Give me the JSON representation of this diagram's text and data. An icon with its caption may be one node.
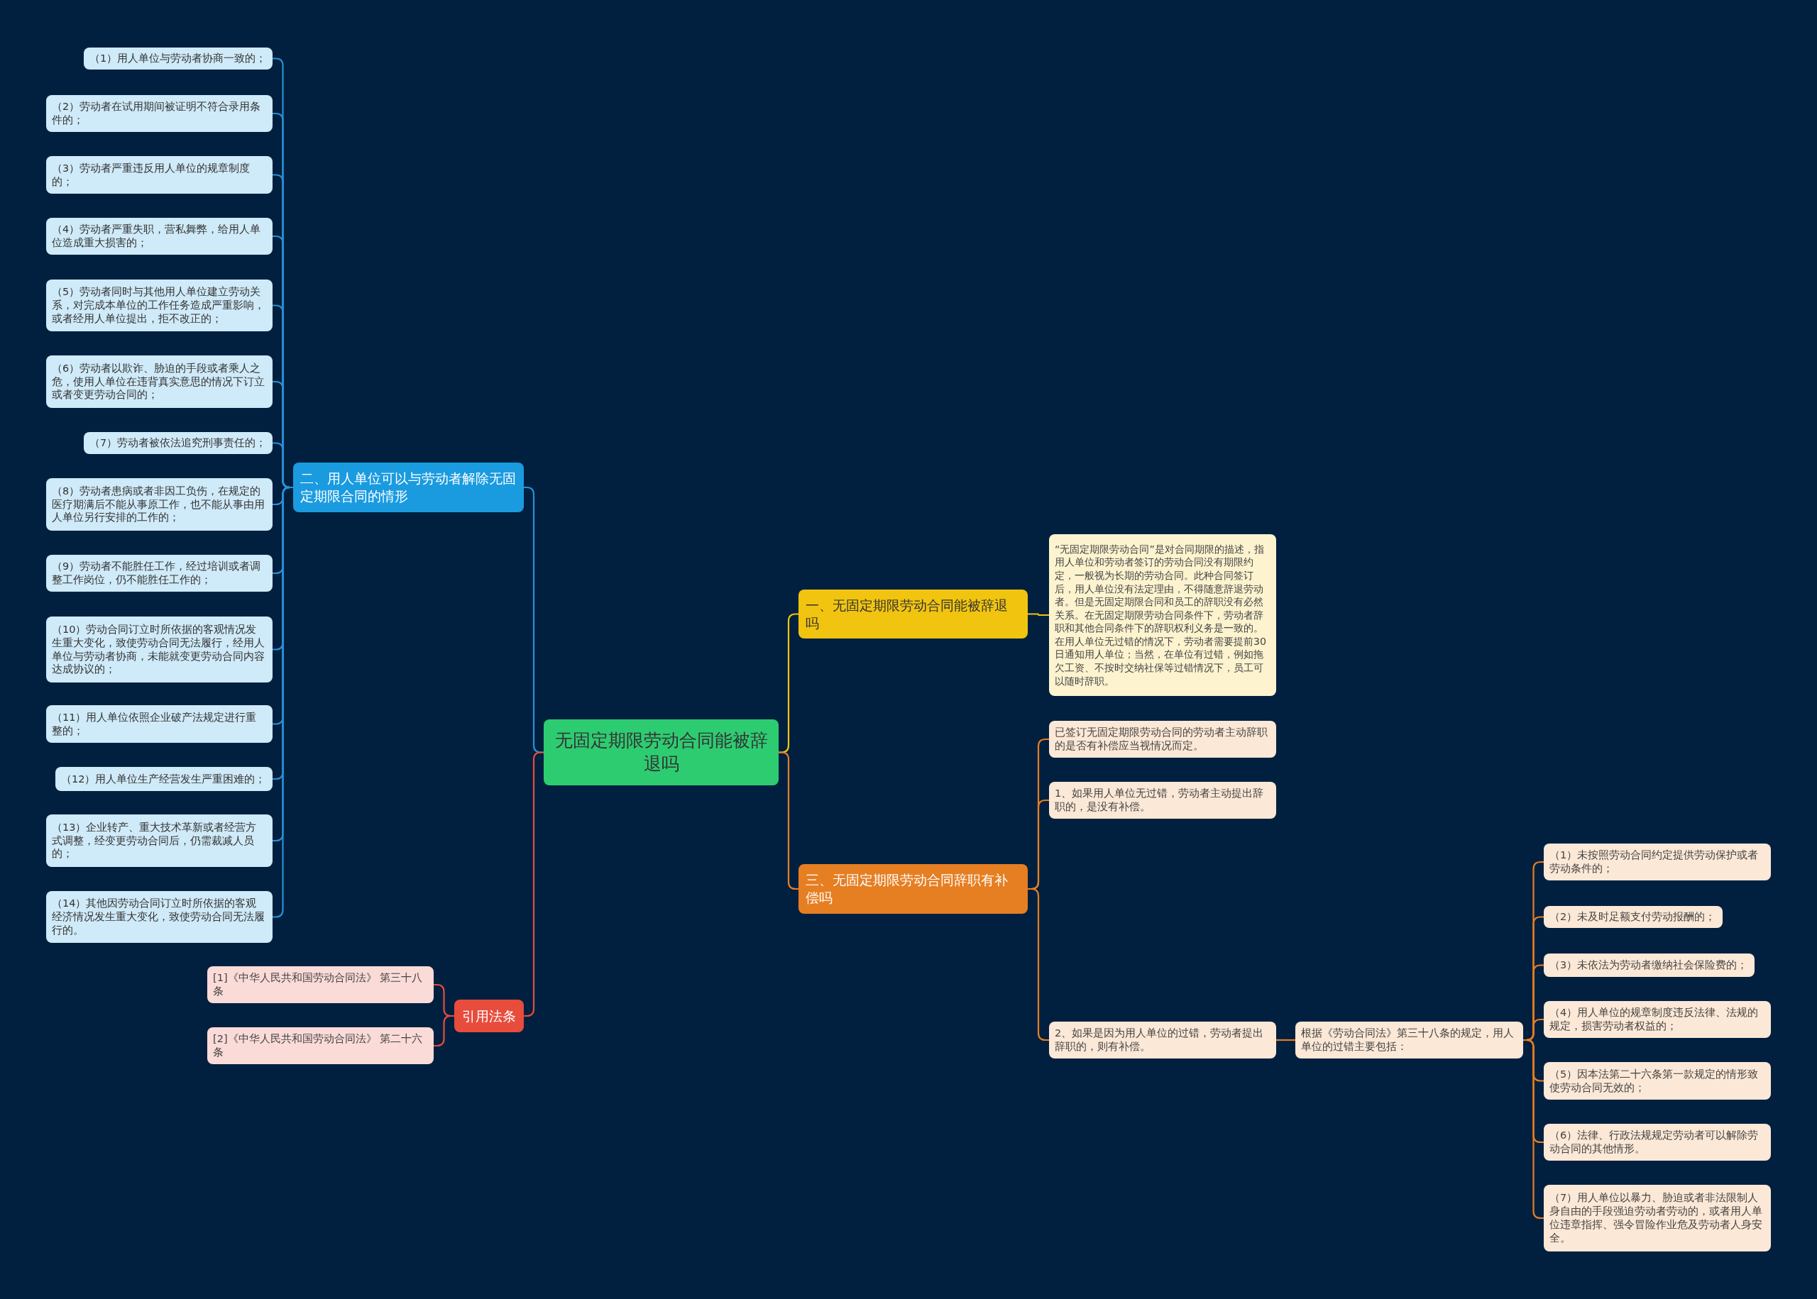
{
  "diagram": {
    "nodes": [
      {
        "text": [
          "无固定期限劳动合同能被辞退吗"
        ]
      },
      {
        "text": [
          "一、无固定期限劳动合同能被辞退吗"
        ]
      },
      {
        "text": [
          "“无固定期限劳动合同”是对合同期限的描述，指用人单位和劳动者签订的劳动合同没有期限约定，一般视为长期的劳动合同。此种合同签订后，用人单位没有法定理由，不得随意辞退劳动者。但是无固定期限合同和员工的辞职没有必然关系。在无固定期限劳动合同条件下，劳动者辞职和其他合同条件下的辞职权利义务是一致的。在用人单位无过错的情况下，劳动者需要提前30日通知用人单位；当然，在单位有过错，例如拖欠工资、不按时交纳社保等过错情况下，员工可以随时辞职。"
        ]
      },
      {
        "text": [
          "三、无固定期限劳动合同辞职有补偿吗"
        ]
      },
      {
        "text": [
          "已签订无固定期限劳动合同的劳动者主动辞职的是否有补偿应当视情况而定。"
        ]
      },
      {
        "text": [
          "1、如果用人单位无过错，劳动者主动提出辞职的，是没有补偿。"
        ]
      },
      {
        "text": [
          "2、如果是因为用人单位的过错，劳动者提出辞职的，则有补偿。"
        ]
      },
      {
        "text": [
          "根据《劳动合同法》第三十八条的规定，用人单位的过错主要包括："
        ]
      },
      {
        "text": [
          "（1）未按照劳动合同约定提供劳动保护或者劳动条件的；"
        ]
      },
      {
        "text": [
          "（2）未及时足额支付劳动报酬的；"
        ]
      },
      {
        "text": [
          "（3）未依法为劳动者缴纳社会保险费的；"
        ]
      },
      {
        "text": [
          "（4）用人单位的规章制度违反法律、法规的规定，损害劳动者权益的；"
        ]
      },
      {
        "text": [
          "（5）因本法第二十六条第一款规定的情形致使劳动合同无效的；"
        ]
      },
      {
        "text": [
          "（6）法律、行政法规规定劳动者可以解除劳动合同的其他情形。"
        ]
      },
      {
        "text": [
          "（7）用人单位以暴力、胁迫或者非法限制人身自由的手段强迫劳动者劳动的，或者用人单位违章指挥、强令冒险作业危及劳动者人身安全。"
        ]
      },
      {
        "text": [
          "二、用人单位可以与劳动者解除无固定期限合同的情形"
        ]
      },
      {
        "text": [
          "（1）用人单位与劳动者协商一致的；"
        ]
      },
      {
        "text": [
          "（2）劳动者在试用期间被证明不符合录用条件的；"
        ]
      },
      {
        "text": [
          "（3）劳动者严重违反用人单位的规章制度的；"
        ]
      },
      {
        "text": [
          "（4）劳动者严重失职，营私舞弊，给用人单位造成重大损害的；"
        ]
      },
      {
        "text": [
          "（5）劳动者同时与其他用人单位建立劳动关系，对完成本单位的工作任务造成严重影响，或者经用人单位提出，拒不改正的；"
        ]
      },
      {
        "text": [
          "（6）劳动者以欺诈、胁迫的手段或者乘人之危，使用人单位在违背真实意思的情况下订立或者变更劳动合同的；"
        ]
      },
      {
        "text": [
          "（7）劳动者被依法追究刑事责任的；"
        ]
      },
      {
        "text": [
          "（8）劳动者患病或者非因工负伤，在规定的医疗期满后不能从事原工作，也不能从事由用人单位另行安排的工作的；"
        ]
      },
      {
        "text": [
          "（9）劳动者不能胜任工作，经过培训或者调整工作岗位，仍不能胜任工作的；"
        ]
      },
      {
        "text": [
          "（10）劳动合同订立时所依据的客观情况发生重大变化，致使劳动合同无法履行，经用人单位与劳动者协商，未能就变更劳动合同内容达成协议的；"
        ]
      },
      {
        "text": [
          "（11）用人单位依照企业破产法规定进行重整的；"
        ]
      },
      {
        "text": [
          "（12）用人单位生产经营发生严重困难的；"
        ]
      },
      {
        "text": [
          "（13）企业转产、重大技术革新或者经营方式调整，经变更劳动合同后，仍需裁减人员的；"
        ]
      },
      {
        "text": [
          "（14）其他因劳动合同订立时所依据的客观经济情况发生重大变化，致使劳动合同无法履行的。"
        ]
      },
      {
        "text": [
          "引用法条"
        ]
      },
      {
        "text": [
          "[1]《中华人民共和国劳动合同法》 第三十八条"
        ]
      },
      {
        "text": [
          "[2]《中华人民共和国劳动合同法》 第二十六条"
        ]
      }
    ],
    "edges": [
      {
        "from": 0,
        "to": 1,
        "arrow": "none",
        "color": "#f1c40f"
      },
      {
        "from": 1,
        "to": 2,
        "arrow": "none",
        "color": "#f1c40f"
      },
      {
        "from": 0,
        "to": 3,
        "arrow": "none",
        "color": "#e67e22"
      },
      {
        "from": 3,
        "to": 4,
        "arrow": "none",
        "color": "#e67e22"
      },
      {
        "from": 3,
        "to": 5,
        "arrow": "none",
        "color": "#e67e22"
      },
      {
        "from": 3,
        "to": 6,
        "arrow": "none",
        "color": "#e67e22"
      },
      {
        "from": 6,
        "to": 7,
        "arrow": "none",
        "color": "#e67e22"
      },
      {
        "from": 7,
        "to": 8,
        "arrow": "none",
        "color": "#e67e22"
      },
      {
        "from": 7,
        "to": 9,
        "arrow": "none",
        "color": "#e67e22"
      },
      {
        "from": 7,
        "to": 10,
        "arrow": "none",
        "color": "#e67e22"
      },
      {
        "from": 7,
        "to": 11,
        "arrow": "none",
        "color": "#e67e22"
      },
      {
        "from": 7,
        "to": 12,
        "arrow": "none",
        "color": "#e67e22"
      },
      {
        "from": 7,
        "to": 13,
        "arrow": "none",
        "color": "#e67e22"
      },
      {
        "from": 7,
        "to": 14,
        "arrow": "none",
        "color": "#e67e22"
      },
      {
        "from": 0,
        "to": 15,
        "arrow": "none",
        "color": "#2a8fd4"
      },
      {
        "from": 15,
        "to": 16,
        "arrow": "none",
        "color": "#2a8fd4"
      },
      {
        "from": 15,
        "to": 17,
        "arrow": "none",
        "color": "#2a8fd4"
      },
      {
        "from": 15,
        "to": 18,
        "arrow": "none",
        "color": "#2a8fd4"
      },
      {
        "from": 15,
        "to": 19,
        "arrow": "none",
        "color": "#2a8fd4"
      },
      {
        "from": 15,
        "to": 20,
        "arrow": "none",
        "color": "#2a8fd4"
      },
      {
        "from": 15,
        "to": 21,
        "arrow": "none",
        "color": "#2a8fd4"
      },
      {
        "from": 15,
        "to": 22,
        "arrow": "none",
        "color": "#2a8fd4"
      },
      {
        "from": 15,
        "to": 23,
        "arrow": "none",
        "color": "#2a8fd4"
      },
      {
        "from": 15,
        "to": 24,
        "arrow": "none",
        "color": "#2a8fd4"
      },
      {
        "from": 15,
        "to": 25,
        "arrow": "none",
        "color": "#2a8fd4"
      },
      {
        "from": 15,
        "to": 26,
        "arrow": "none",
        "color": "#2a8fd4"
      },
      {
        "from": 15,
        "to": 27,
        "arrow": "none",
        "color": "#2a8fd4"
      },
      {
        "from": 15,
        "to": 28,
        "arrow": "none",
        "color": "#2a8fd4"
      },
      {
        "from": 15,
        "to": 29,
        "arrow": "none",
        "color": "#2a8fd4"
      },
      {
        "from": 0,
        "to": 30,
        "arrow": "none",
        "color": "#e74c3c"
      },
      {
        "from": 30,
        "to": 31,
        "arrow": "none",
        "color": "#e74c3c"
      },
      {
        "from": 30,
        "to": 32,
        "arrow": "none",
        "color": "#e74c3c"
      }
    ]
  }
}
